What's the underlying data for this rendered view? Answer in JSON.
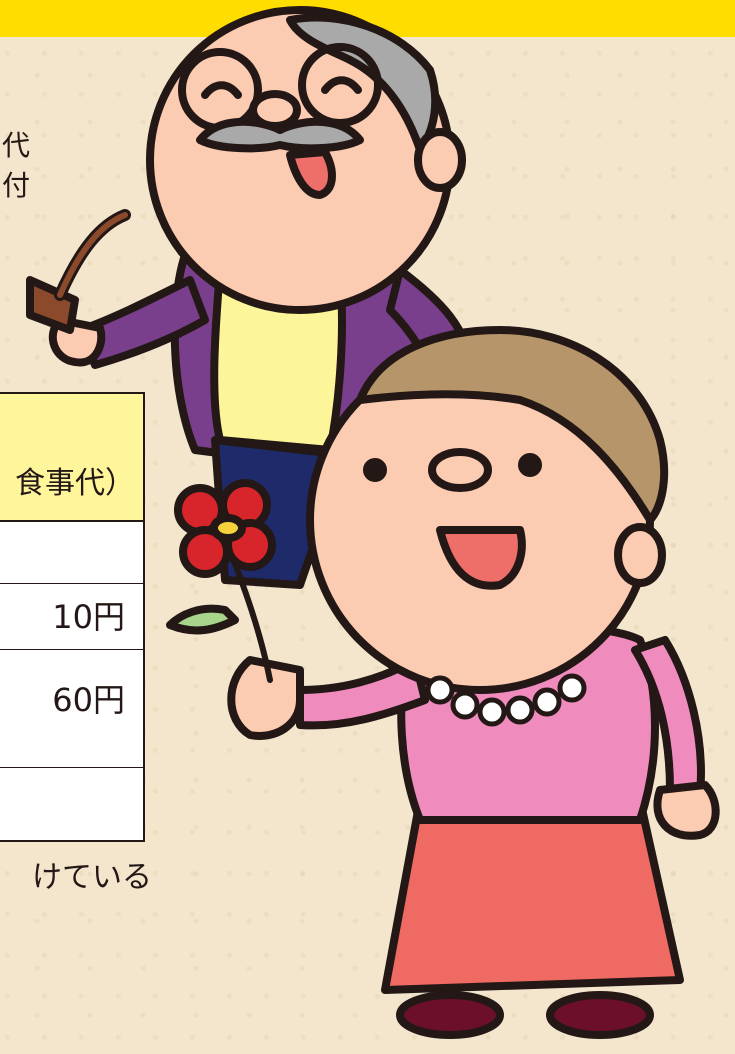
{
  "header_band": {
    "color": "#ffdd00"
  },
  "left_fragments": {
    "line1": "代",
    "line2": "付"
  },
  "fee_table": {
    "header": "食事代）",
    "rows": [
      {
        "value": ""
      },
      {
        "value": "10円"
      },
      {
        "value": "60円"
      },
      {
        "value": ""
      }
    ],
    "header_color": "#fff59b"
  },
  "footer_fragment": "けている",
  "illustration": {
    "characters": [
      "grandfather-with-pipe",
      "grandmother-with-flower"
    ],
    "colors": {
      "skin": "#fbcbb2",
      "grandpa_jacket": "#7a3f8c",
      "grandpa_shirt": "#fdf59a",
      "grandpa_pants": "#1f2a6b",
      "hair_gray": "#a9a9a9",
      "grandma_hair": "#b7956a",
      "grandma_sweater": "#f08bbd",
      "grandma_skirt": "#ef6a62",
      "flower_red": "#d8242b",
      "pipe_brown": "#8b4a2b"
    }
  }
}
